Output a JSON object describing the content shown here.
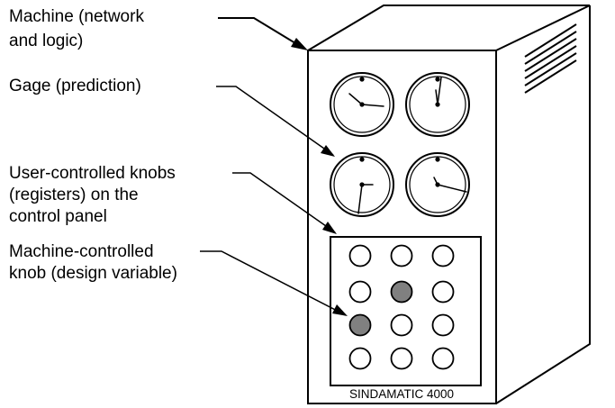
{
  "labels": {
    "machine": [
      "Machine (network",
      "and logic)"
    ],
    "gage": "Gage (prediction)",
    "user_knobs": [
      "User-controlled knobs",
      "(registers) on the",
      "control panel"
    ],
    "machine_knob": [
      "Machine-controlled",
      "knob (design variable)"
    ]
  },
  "panel_label": "SINDAMATIC 4000",
  "gages": [
    {
      "hands": [
        [
          -14,
          -12
        ],
        [
          24,
          2
        ]
      ]
    },
    {
      "hands": [
        [
          4,
          -30
        ],
        [
          -2,
          -16
        ]
      ]
    },
    {
      "hands": [
        [
          12,
          0
        ],
        [
          -4,
          32
        ]
      ]
    },
    {
      "hands": [
        [
          -4,
          -8
        ],
        [
          32,
          8
        ]
      ]
    }
  ],
  "knobs": {
    "rows": 4,
    "cols": 3,
    "filled": [
      [
        1,
        1
      ],
      [
        2,
        0
      ]
    ]
  },
  "colors": {
    "line": "#000000",
    "background": "#ffffff",
    "knob_filled": "#808080"
  }
}
